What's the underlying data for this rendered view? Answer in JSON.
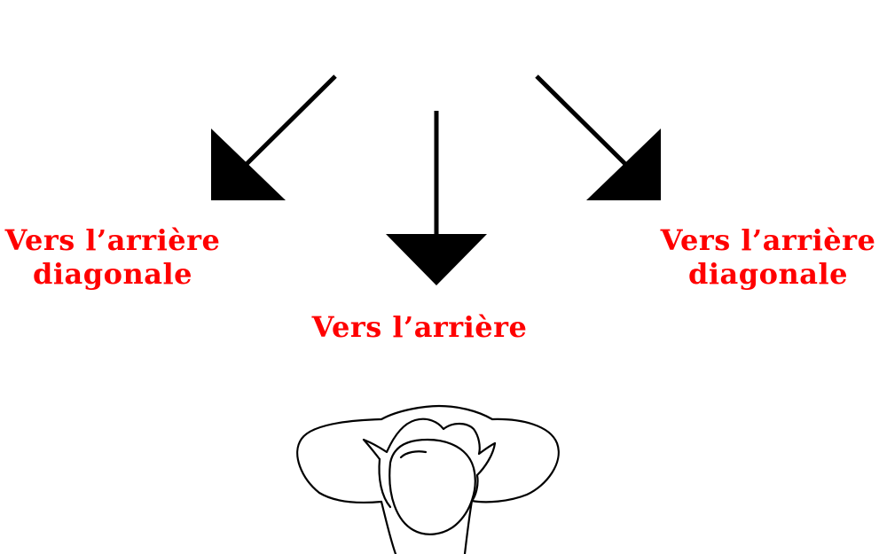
{
  "labels": {
    "left_line1": "Vers l’arrière",
    "left_line2": "diagonale",
    "right_line1": "Vers l’arrière",
    "right_line2": "diagonale",
    "center": "Vers l’arrière"
  },
  "colors": {
    "label": "#ff0000",
    "arrow": "#000000",
    "outline": "#000000",
    "background": "#ffffff"
  },
  "icons": {
    "figure": "person-top-view-icon"
  }
}
